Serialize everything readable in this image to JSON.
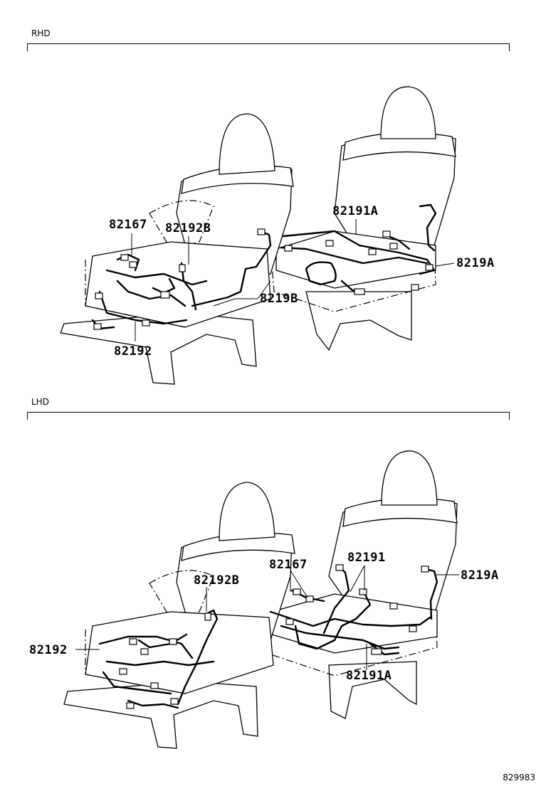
{
  "sections": {
    "rhd": {
      "label": "RHD",
      "parts": {
        "p1": "82167",
        "p2": "82192B",
        "p3": "82191A",
        "p4": "8219A",
        "p5": "8219B",
        "p6": "82192"
      }
    },
    "lhd": {
      "label": "LHD",
      "parts": {
        "p1": "82167",
        "p2": "82191",
        "p3": "8219A",
        "p4": "82192B",
        "p5": "82192",
        "p6": "82191A"
      }
    }
  },
  "footer": {
    "diagram_id": "829983"
  }
}
